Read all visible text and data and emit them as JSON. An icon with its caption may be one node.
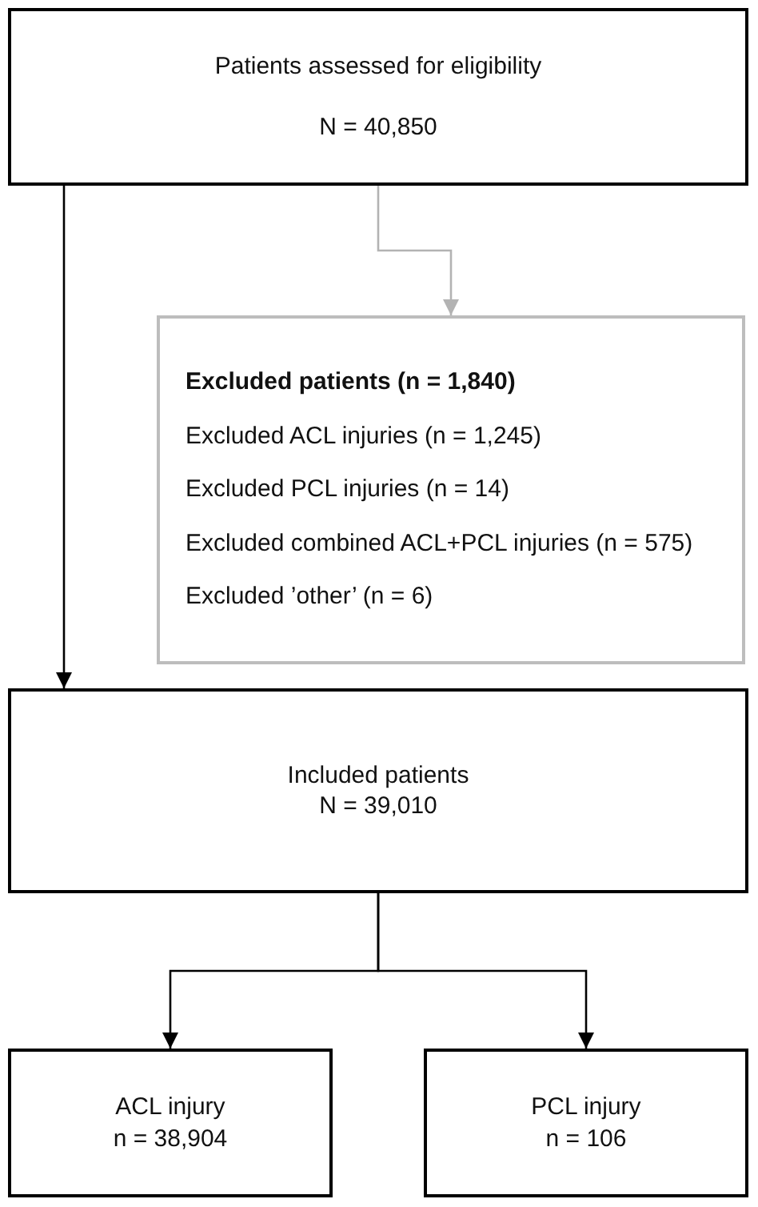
{
  "diagram": {
    "nodes": [
      {
        "text": [
          "Patients assessed for eligibility",
          "N = 40,850"
        ]
      },
      {
        "text": [
          "Excluded patients (n = 1,840)",
          "Excluded ACL injuries (n = 1,245)",
          "Excluded PCL injuries (n = 14)",
          "Excluded combined ACL+PCL injuries (n = 575)",
          "Excluded ’other’ (n = 6)"
        ]
      },
      {
        "text": [
          "Included patients",
          "N = 39,010"
        ]
      },
      {
        "text": [
          "ACL injury",
          "n = 38,904"
        ]
      },
      {
        "text": [
          "PCL injury",
          "n = 106"
        ]
      }
    ],
    "edges": [
      {
        "from": 0,
        "to": 2,
        "arrow": "to"
      },
      {
        "from": 0,
        "to": 1,
        "arrow": "to",
        "color": "#b3b3b3"
      },
      {
        "from": 2,
        "to": 3,
        "arrow": "to"
      },
      {
        "from": 2,
        "to": 4,
        "arrow": "to"
      }
    ]
  }
}
